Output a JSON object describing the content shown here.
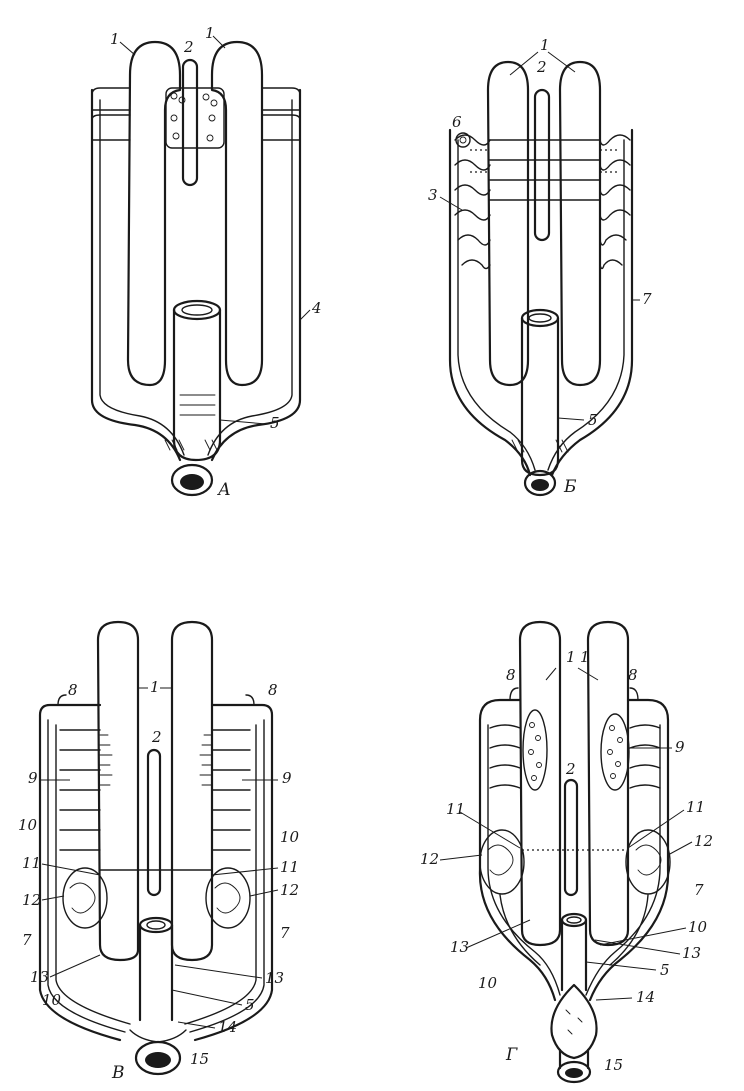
{
  "panels": [
    {
      "id": "A",
      "label": "А",
      "numbers": [
        "1",
        "1",
        "2",
        "4",
        "5"
      ]
    },
    {
      "id": "B",
      "label": "Б",
      "numbers": [
        "1",
        "2",
        "6",
        "3",
        "7",
        "5"
      ]
    },
    {
      "id": "V",
      "label": "В",
      "numbers": [
        "1",
        "2",
        "8",
        "8",
        "9",
        "9",
        "10",
        "10",
        "11",
        "11",
        "12",
        "12",
        "7",
        "7",
        "13",
        "13",
        "10",
        "5",
        "14",
        "15"
      ]
    },
    {
      "id": "G",
      "label": "Г",
      "numbers": [
        "1",
        "1",
        "2",
        "8",
        "8",
        "9",
        "11",
        "11",
        "12",
        "12",
        "7",
        "10",
        "13",
        "13",
        "10",
        "5",
        "14",
        "15"
      ]
    }
  ]
}
